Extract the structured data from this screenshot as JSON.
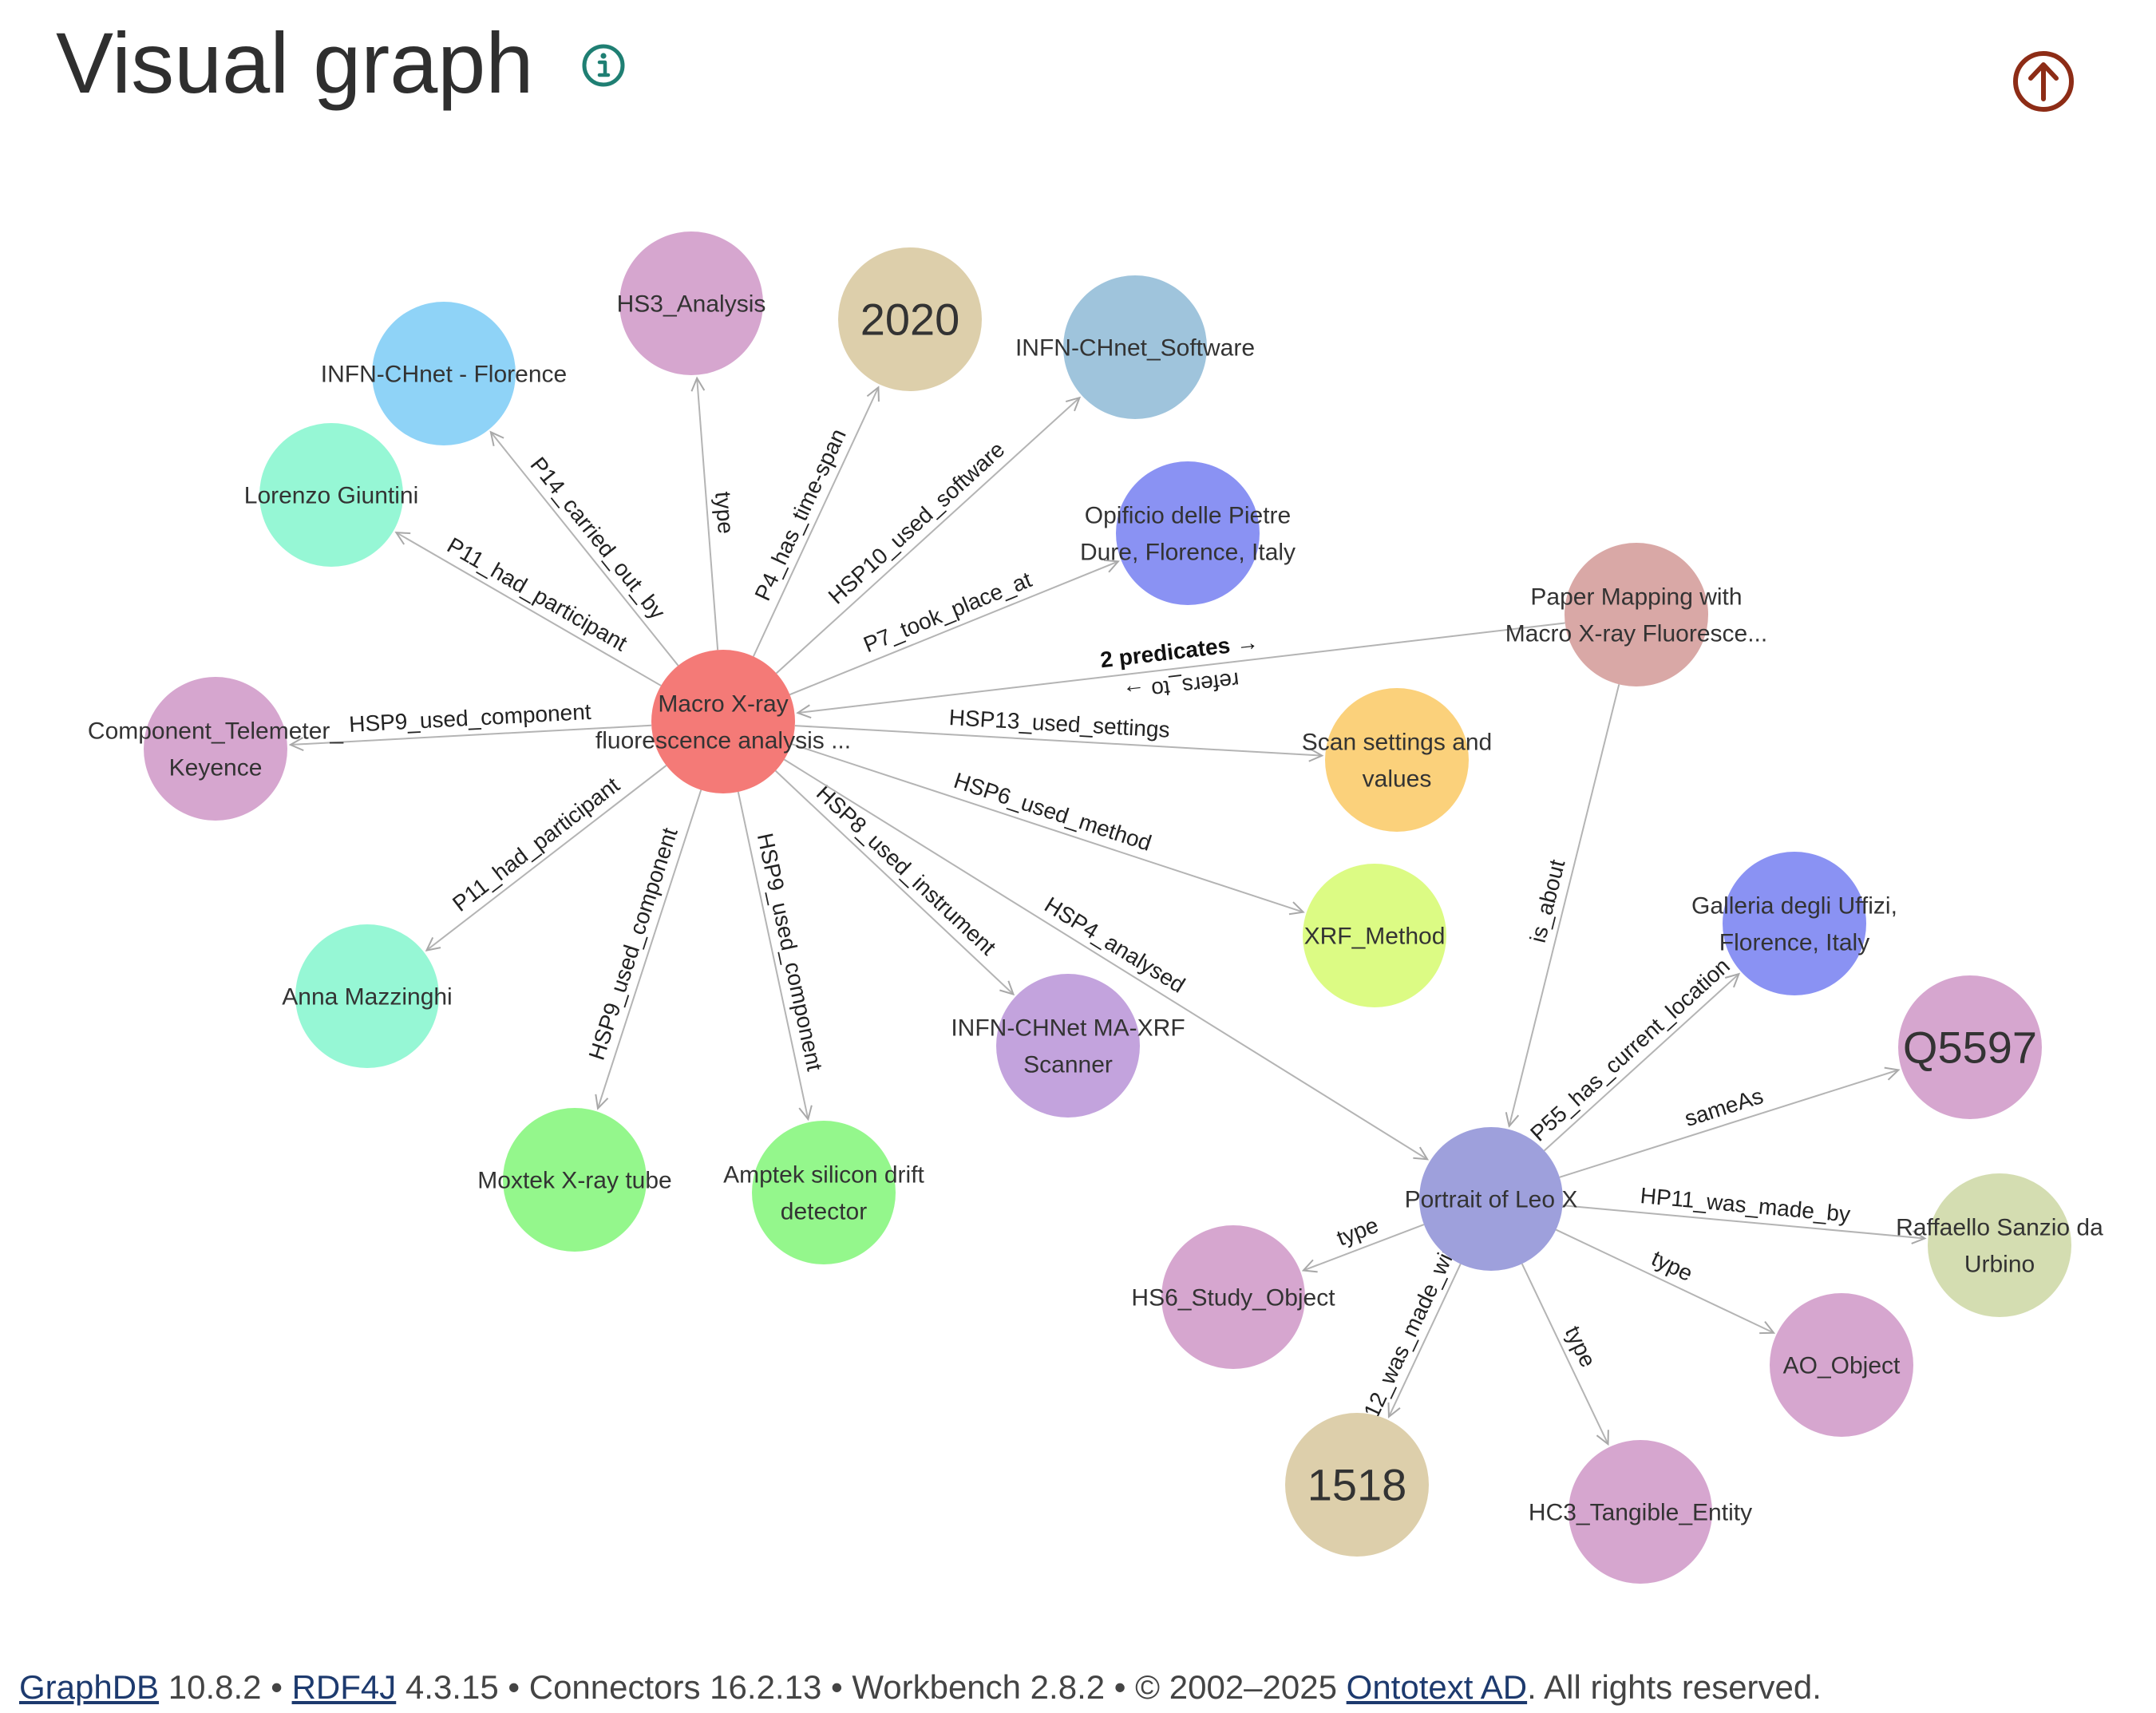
{
  "header": {
    "title": "Visual graph"
  },
  "icons": {
    "info": "info-circle-icon",
    "export": "upload-circle-icon"
  },
  "graph": {
    "nodes": [
      {
        "id": "macro",
        "label_lines": [
          "Macro X-ray",
          "fluorescence analysis ..."
        ],
        "color": "#f47a77"
      },
      {
        "id": "hs3",
        "label_lines": [
          "HS3_Analysis"
        ],
        "color": "#d6a6cf"
      },
      {
        "id": "y2020",
        "label_lines": [
          "2020"
        ],
        "color": "#ddcfab",
        "big": true
      },
      {
        "id": "software",
        "label_lines": [
          "INFN-CHnet_Software"
        ],
        "color": "#9fc4dc"
      },
      {
        "id": "florence",
        "label_lines": [
          "INFN-CHnet - Florence"
        ],
        "color": "#8fd3f7"
      },
      {
        "id": "lorenzo",
        "label_lines": [
          "Lorenzo Giuntini"
        ],
        "color": "#96f7d5"
      },
      {
        "id": "opificio",
        "label_lines": [
          "Opificio delle Pietre",
          "Dure, Florence, Italy"
        ],
        "color": "#8a92f3"
      },
      {
        "id": "paper",
        "label_lines": [
          "Paper Mapping with",
          "Macro X-ray Fluoresce..."
        ],
        "color": "#d9a8a6"
      },
      {
        "id": "telemeter",
        "label_lines": [
          "Component_Telemeter_",
          "Keyence"
        ],
        "color": "#d6a6cf"
      },
      {
        "id": "scan",
        "label_lines": [
          "Scan settings and",
          "values"
        ],
        "color": "#fbd17b"
      },
      {
        "id": "xrf",
        "label_lines": [
          "XRF_Method"
        ],
        "color": "#dcfb84"
      },
      {
        "id": "anna",
        "label_lines": [
          "Anna Mazzinghi"
        ],
        "color": "#96f7d5"
      },
      {
        "id": "moxtek",
        "label_lines": [
          "Moxtek X-ray tube"
        ],
        "color": "#94f78c"
      },
      {
        "id": "amptek",
        "label_lines": [
          "Amptek silicon drift",
          "detector"
        ],
        "color": "#94f78c"
      },
      {
        "id": "scanner",
        "label_lines": [
          "INFN-CHNet MA-XRF",
          "Scanner"
        ],
        "color": "#c3a3dd"
      },
      {
        "id": "uffizi",
        "label_lines": [
          "Galleria degli Uffizi,",
          "Florence, Italy"
        ],
        "color": "#8a92f3"
      },
      {
        "id": "q5597",
        "label_lines": [
          "Q5597"
        ],
        "color": "#d6a6cf",
        "big": true
      },
      {
        "id": "portrait",
        "label_lines": [
          "Portrait of Leo X"
        ],
        "color": "#9ea0dc"
      },
      {
        "id": "raffaello",
        "label_lines": [
          "Raffaello Sanzio da",
          "Urbino"
        ],
        "color": "#d4ddb1"
      },
      {
        "id": "hs6",
        "label_lines": [
          "HS6_Study_Object"
        ],
        "color": "#d6a6cf"
      },
      {
        "id": "ao",
        "label_lines": [
          "AO_Object"
        ],
        "color": "#d6a6cf"
      },
      {
        "id": "y1518",
        "label_lines": [
          "1518"
        ],
        "color": "#ddcfab",
        "big": true
      },
      {
        "id": "hc3",
        "label_lines": [
          "HC3_Tangible_Entity"
        ],
        "color": "#d6a6cf"
      }
    ],
    "edges": [
      {
        "from": "macro",
        "to": "hs3",
        "label": "type"
      },
      {
        "from": "macro",
        "to": "y2020",
        "label": "P4_has_time-span"
      },
      {
        "from": "macro",
        "to": "software",
        "label": "HSP10_used_software"
      },
      {
        "from": "macro",
        "to": "florence",
        "label": "P14_carried_out_by"
      },
      {
        "from": "macro",
        "to": "lorenzo",
        "label": "P11_had_participant"
      },
      {
        "from": "macro",
        "to": "opificio",
        "label": "P7_took_place_at"
      },
      {
        "from": "paper",
        "to": "macro",
        "label": "refers_to →",
        "bold_label": "2 predicates →"
      },
      {
        "from": "macro",
        "to": "telemeter",
        "label": "HSP9_used_component"
      },
      {
        "from": "macro",
        "to": "scan",
        "label": "HSP13_used_settings"
      },
      {
        "from": "macro",
        "to": "xrf",
        "label": "HSP6_used_method"
      },
      {
        "from": "macro",
        "to": "anna",
        "label": "P11_had_participant"
      },
      {
        "from": "macro",
        "to": "moxtek",
        "label": "HSP9_used_component"
      },
      {
        "from": "macro",
        "to": "amptek",
        "label": "HSP9_used_component"
      },
      {
        "from": "macro",
        "to": "scanner",
        "label": "HSP8_used_instrument"
      },
      {
        "from": "macro",
        "to": "portrait",
        "label": "HSP4_analysed"
      },
      {
        "from": "paper",
        "to": "portrait",
        "label": "is_about"
      },
      {
        "from": "portrait",
        "to": "uffizi",
        "label": "P55_has_current_location"
      },
      {
        "from": "portrait",
        "to": "q5597",
        "label": "sameAs"
      },
      {
        "from": "portrait",
        "to": "raffaello",
        "label": "HP11_was_made_by"
      },
      {
        "from": "portrait",
        "to": "hs6",
        "label": "type"
      },
      {
        "from": "portrait",
        "to": "ao",
        "label": "type"
      },
      {
        "from": "portrait",
        "to": "y1518",
        "label": "HP12_was_made_within"
      },
      {
        "from": "portrait",
        "to": "hc3",
        "label": "type"
      }
    ]
  },
  "footer": {
    "graphdb_link": "GraphDB",
    "graphdb_version": " 10.8.2 • ",
    "rdf4j_link": "RDF4J",
    "rdf4j_version": " 4.3.15 • Connectors 16.2.13 • Workbench 2.8.2 • © 2002–2025 ",
    "ontotext_link": "Ontotext AD",
    "rights": ". All rights reserved."
  }
}
